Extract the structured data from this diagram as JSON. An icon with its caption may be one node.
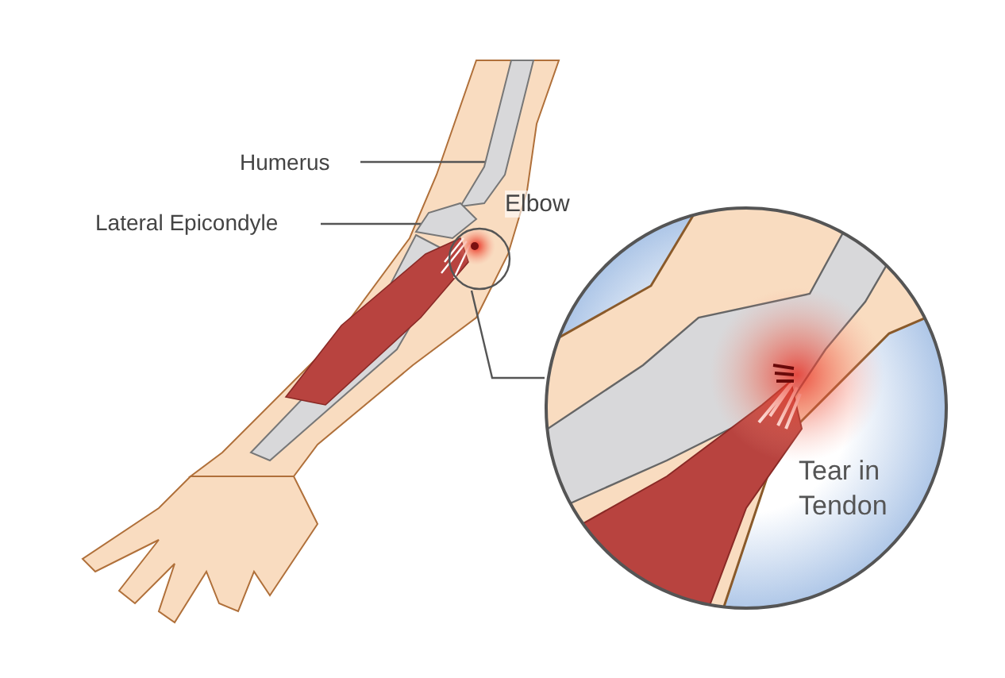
{
  "diagram": {
    "nodes": [
      {
        "text": [
          "Humerus"
        ]
      },
      {
        "text": [
          "Lateral Epicondyle"
        ]
      },
      {
        "text": [],
        "shape": "circle"
      },
      {
        "text": [
          "Tear in Tendon"
        ]
      },
      {
        "text": [],
        "shape": "picture"
      },
      {
        "text": [],
        "shape": "picture"
      }
    ],
    "edges": [
      {
        "from": 0,
        "to": 4,
        "arrow": "other"
      },
      {
        "from": 1,
        "to": 5,
        "arrow": "other"
      },
      {
        "from": 2,
        "to": 3,
        "arrow": "none"
      }
    ],
    "labels": [
      "Elbow"
    ]
  }
}
